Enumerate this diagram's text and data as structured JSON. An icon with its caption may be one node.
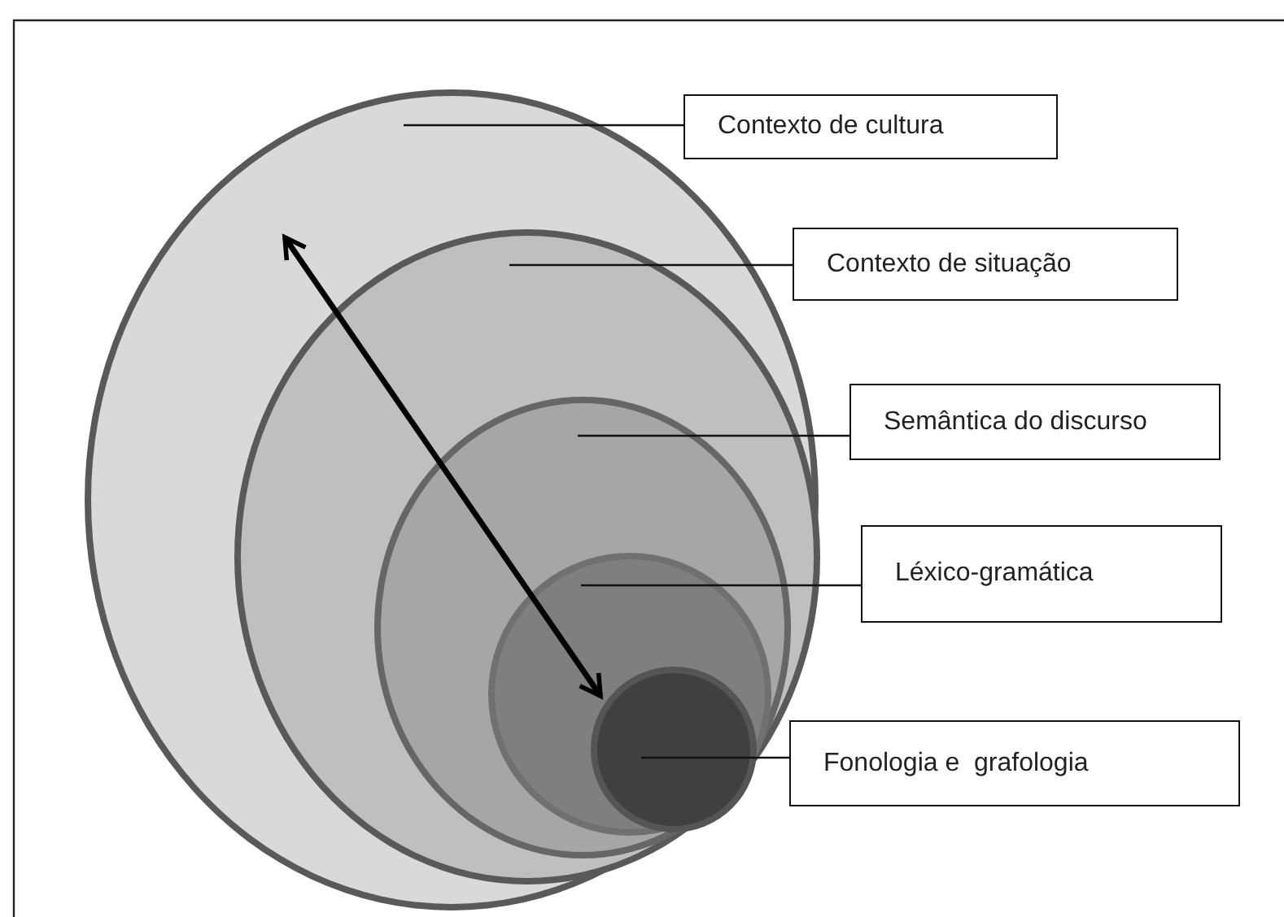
{
  "diagram": {
    "nodes": [
      {
        "text": [],
        "shape": "ellipse"
      },
      {
        "text": [],
        "shape": "ellipse",
        "in": 0
      },
      {
        "text": [],
        "shape": "ellipse",
        "in": 1
      },
      {
        "text": [],
        "shape": "circle",
        "in": 2
      },
      {
        "text": [],
        "shape": "circle",
        "in": 3
      },
      {
        "text": [
          "Contexto de cultura"
        ]
      },
      {
        "text": [
          "Contexto de situação"
        ]
      },
      {
        "text": [
          "Semântica do discurso"
        ]
      },
      {
        "text": [
          "Léxico-gramática"
        ]
      },
      {
        "text": [
          "Fonologia e  grafologia"
        ]
      }
    ],
    "edges": [
      {
        "from": 5,
        "to": 0,
        "arrow": "none"
      },
      {
        "from": 6,
        "to": 1,
        "arrow": "none"
      },
      {
        "from": 7,
        "to": 2,
        "arrow": "none"
      },
      {
        "from": 8,
        "to": 3,
        "arrow": "none"
      },
      {
        "from": 9,
        "to": 4,
        "arrow": "none"
      },
      {
        "from": 1,
        "to": 4,
        "arrow": "both",
        "style": "thick",
        "color": "#000000"
      }
    ]
  }
}
